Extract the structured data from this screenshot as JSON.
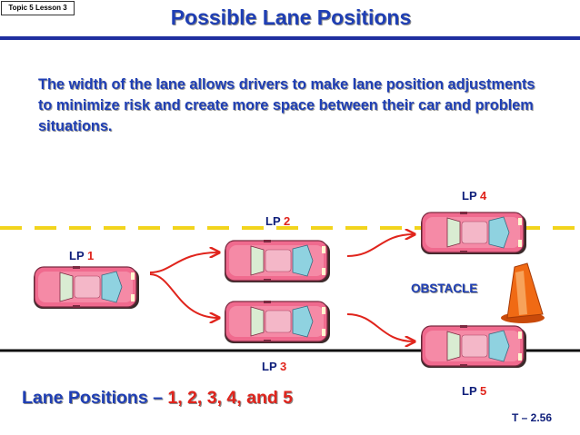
{
  "topic_badge": "Topic 5 Lesson 3",
  "title": "Possible Lane Positions",
  "intro": "The width of the lane allows drivers to make lane position adjustments to minimize risk and create more space between their car and problem situations.",
  "lane_positions": [
    {
      "prefix": "LP",
      "number": "1"
    },
    {
      "prefix": "LP",
      "number": "2"
    },
    {
      "prefix": "LP",
      "number": "3"
    },
    {
      "prefix": "LP",
      "number": "4"
    },
    {
      "prefix": "LP",
      "number": "5"
    }
  ],
  "obstacle_label": "OBSTACLE",
  "summary": {
    "prefix": "Lane Positions – ",
    "numbers": "1, 2, 3, 4, and 5"
  },
  "slide_number": "T – 2.56",
  "colors": {
    "title_blue": "#1f3fb5",
    "label_red": "#e0241c",
    "car_pink": "#f06a8e",
    "lane_yellow": "#f2d41c",
    "cone_orange": "#f06a14"
  }
}
